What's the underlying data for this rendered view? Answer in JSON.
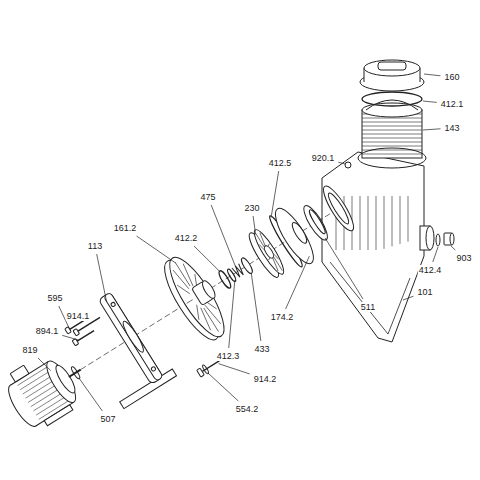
{
  "diagram": {
    "labels": [
      "160",
      "412.1",
      "143",
      "920.1",
      "412.5",
      "475",
      "230",
      "161.2",
      "412.2",
      "113",
      "595",
      "914.1",
      "894.1",
      "819",
      "507",
      "554.2",
      "914.2",
      "412.3",
      "433",
      "174.2",
      "511",
      "101",
      "412.4",
      "903"
    ]
  }
}
